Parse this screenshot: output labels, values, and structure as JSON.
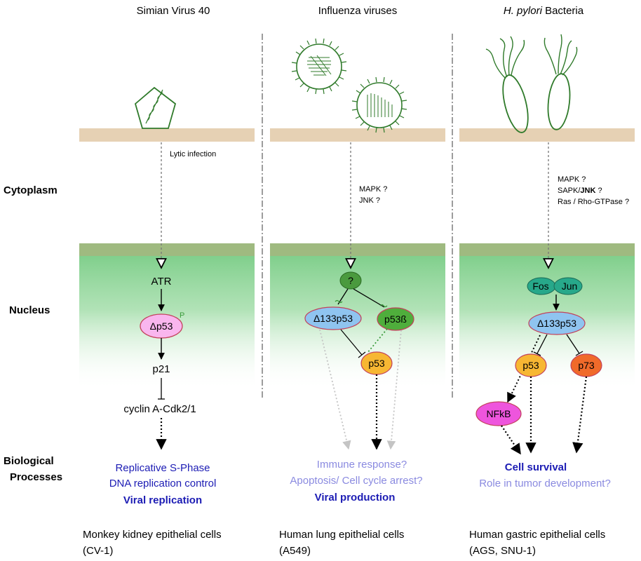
{
  "columns": [
    {
      "title": "Simian Virus 40",
      "signal_label": "Lytic infection",
      "nodes": {
        "atr": "ATR",
        "dp53": "Δp53",
        "phospho": "P",
        "p21": "p21",
        "cdk": "cyclin A-Cdk2/1"
      },
      "outcomes": [
        "Replicative S-Phase",
        "DNA replication control",
        "Viral replication"
      ],
      "cell_line": [
        "Monkey kidney epithelial cells",
        "(CV-1)"
      ]
    },
    {
      "title": "Influenza viruses",
      "signal_lines": [
        "MAPK ?",
        "JNK ?"
      ],
      "nodes": {
        "unknown": "?",
        "d133p53": "Δ133p53",
        "p53b": "p53ß",
        "p53": "p53"
      },
      "outcomes": [
        "Immune response?",
        "Apoptosis/ Cell cycle arrest?",
        "Viral production"
      ],
      "cell_line": [
        "Human lung epithelial cells",
        "(A549)"
      ]
    },
    {
      "title_italic": "H. pylori",
      "title_rest": " Bacteria",
      "signal_lines": [
        "MAPK ?",
        "SAPK/",
        "JNK",
        " ?",
        "Ras / Rho-GTPase ?"
      ],
      "nodes": {
        "fos": "Fos",
        "jun": "Jun",
        "d133p53": "Δ133p53",
        "p53": "p53",
        "p73": "p73",
        "nfkb": "NFkB"
      },
      "outcomes": [
        "Cell survival",
        "Role in tumor development?"
      ],
      "cell_line": [
        "Human gastric epithelial cells",
        "(AGS, SNU-1)"
      ]
    }
  ],
  "row_labels": {
    "cytoplasm": "Cytoplasm",
    "nucleus": "Nucleus",
    "bio1": "Biological",
    "bio2": "Processes"
  },
  "colors": {
    "membrane": "#e6d1b4",
    "nucleus_top": "#9fba80",
    "nucleus_grad": "#6cc77a",
    "virus": "#2f7a2a",
    "outcome_dark": "#1c1cb4",
    "outcome_light": "#8a8ae0",
    "d133p53": "#8fc4f0",
    "p53": "#f7b733",
    "p53b": "#4fae3c",
    "p73": "#f06a2a",
    "nfkb": "#ee55dd",
    "dp53": "#f9b6ee",
    "fosjun": "#27a88a",
    "unknown": "#4a9a3e"
  }
}
